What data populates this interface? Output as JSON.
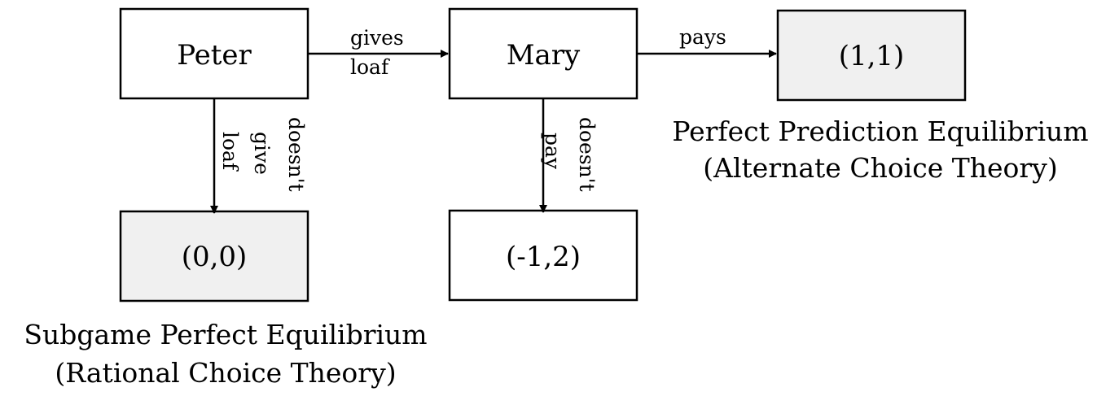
{
  "nodes": {
    "peter": {
      "label": "Peter"
    },
    "mary": {
      "label": "Mary"
    },
    "outcome_pay": {
      "label": "(1,1)"
    },
    "outcome_no_loaf": {
      "label": "(0,0)"
    },
    "outcome_no_pay": {
      "label": "(-1,2)"
    }
  },
  "edges": {
    "gives_loaf": {
      "line1": "gives",
      "line2": "loaf"
    },
    "pays": {
      "label": "pays"
    },
    "doesnt_give_loaf": {
      "line1": "doesn't",
      "line2": "give",
      "line3": "loaf"
    },
    "doesnt_pay": {
      "line1": "doesn't",
      "line2": "pay"
    }
  },
  "captions": {
    "perfect_prediction": {
      "line1": "Perfect Prediction Equilibrium",
      "line2": "(Alternate Choice Theory)"
    },
    "subgame_perfect": {
      "line1": "Subgame Perfect Equilibrium",
      "line2": "(Rational Choice Theory)"
    }
  },
  "colors": {
    "highlight_fill": "#f0f0f0",
    "plain_fill": "#ffffff",
    "stroke": "#000000"
  }
}
